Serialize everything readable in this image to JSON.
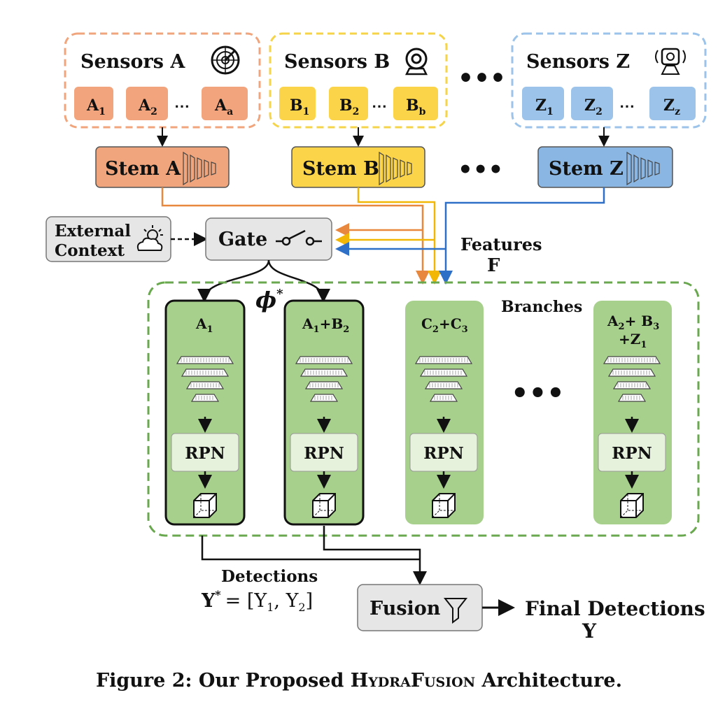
{
  "sensors": {
    "a": {
      "title": "Sensors A",
      "chips": [
        "A",
        "A",
        "A"
      ],
      "subs": [
        "1",
        "2",
        "a"
      ],
      "icon": "radar-icon"
    },
    "b": {
      "title": "Sensors B",
      "chips": [
        "B",
        "B",
        "B"
      ],
      "subs": [
        "1",
        "2",
        "b"
      ],
      "icon": "camera-icon"
    },
    "z": {
      "title": "Sensors Z",
      "chips": [
        "Z",
        "Z",
        "Z"
      ],
      "subs": [
        "1",
        "2",
        "z"
      ],
      "icon": "radar-sensor-icon"
    },
    "ellipsis": "•••"
  },
  "stems": {
    "a": "Stem A",
    "b": "Stem B",
    "z": "Stem Z",
    "ellipsis": "•••"
  },
  "external_context": {
    "line1": "External",
    "line2": "Context",
    "icon": "weather-icon"
  },
  "gate": {
    "label": "Gate",
    "icon": "switch-icon",
    "phi": "ϕ",
    "phi_sup": "*"
  },
  "features": {
    "label": "Features",
    "symbol": "F"
  },
  "branches": {
    "title": "Branches",
    "ellipsis": "•••",
    "items": [
      {
        "label_parts": [
          "A",
          "1"
        ],
        "rpn": "RPN",
        "active": true
      },
      {
        "label_parts": [
          "A",
          "1",
          "+B",
          "2"
        ],
        "rpn": "RPN",
        "active": true
      },
      {
        "label_parts": [
          "C",
          "2",
          "+C",
          "3"
        ],
        "rpn": "RPN",
        "active": false
      },
      {
        "line1_parts": [
          "A",
          "2",
          "+ B",
          "3"
        ],
        "line2_parts": [
          "+Z",
          "1"
        ],
        "rpn": "RPN",
        "active": false
      }
    ]
  },
  "detections": {
    "label": "Detections",
    "formula_lhs": "Y",
    "formula_sup": "*",
    "formula_rhs": "= [Y",
    "sub1": "1",
    "mid": ", Y",
    "sub2": "2",
    "close": "]"
  },
  "fusion": {
    "label": "Fusion",
    "icon": "filter-icon"
  },
  "final": {
    "label": "Final Detections",
    "symbol": "Y"
  },
  "caption": {
    "prefix": "Figure 2: Our Proposed ",
    "name": "HydraFusion",
    "suffix": " Architecture."
  },
  "colors": {
    "sensor_a_border": "#f0a57c",
    "sensor_a_fill": "#f2a47c",
    "sensor_b_border": "#f5d44a",
    "sensor_b_fill": "#fbd44a",
    "sensor_z_border": "#9cc3ea",
    "sensor_z_fill": "#9cc3ea",
    "stem_a": "#f0a57c",
    "stem_b": "#fbd44a",
    "stem_z": "#8ab6e3",
    "branch_fill": "#a7d08c",
    "branch_border": "#6aa84f",
    "rpn_fill": "#e6f2dc",
    "gray_box": "#e6e6e6",
    "arrow_orange": "#e8883e",
    "arrow_yellow": "#f2b705",
    "arrow_blue": "#2e6fc7"
  }
}
